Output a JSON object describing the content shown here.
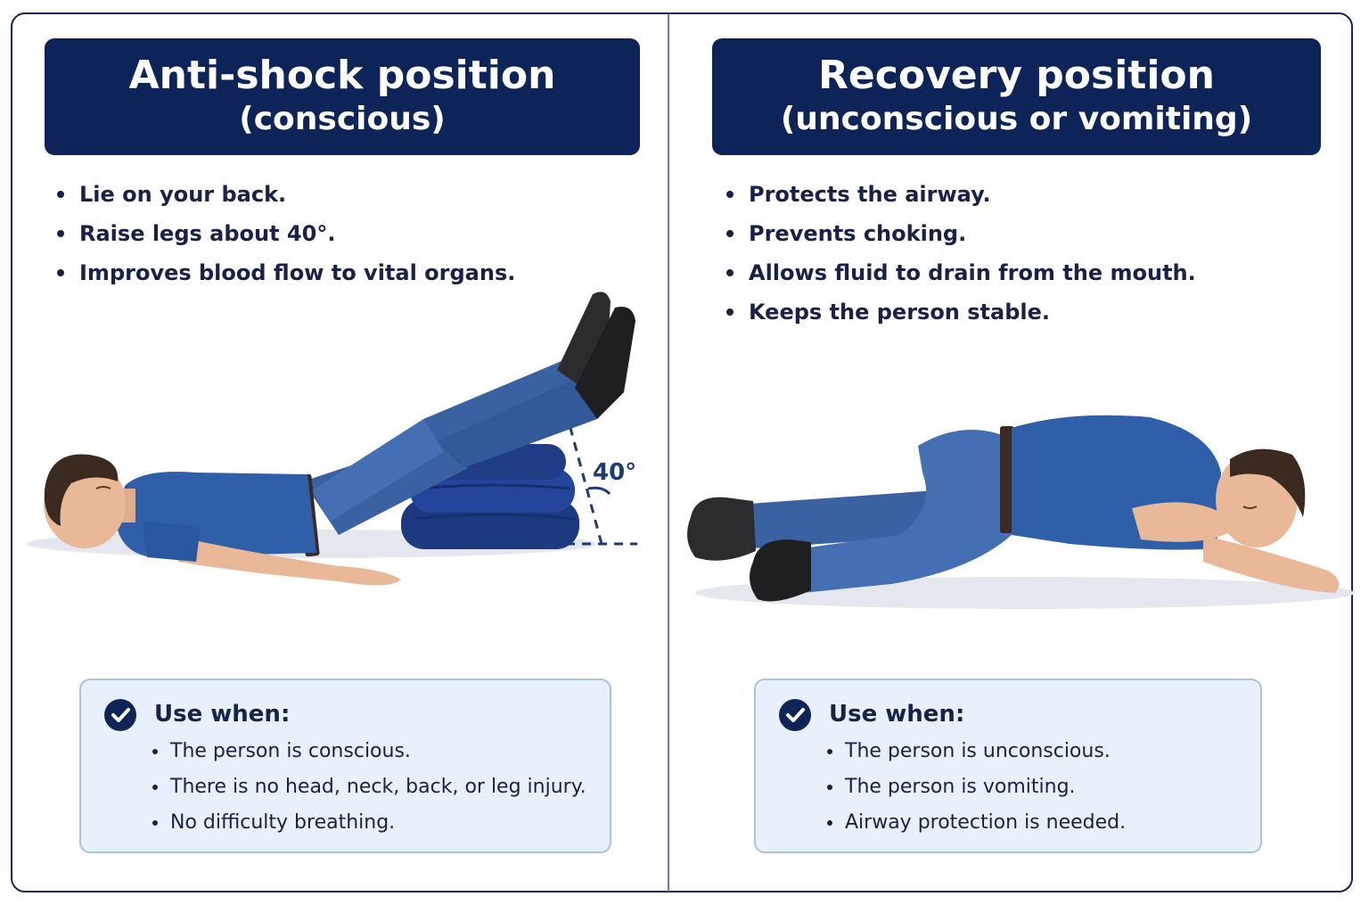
{
  "left": {
    "title": "Anti-shock position",
    "subtitle": "(conscious)",
    "bullets": [
      "Lie on your back.",
      "Raise legs about 40°.",
      "Improves blood flow to vital organs."
    ],
    "angle_label": "40°",
    "use_when": {
      "title": "Use when:",
      "items": [
        "The person is conscious.",
        "There is no head, neck, back, or leg injury.",
        "No difficulty breathing."
      ]
    }
  },
  "right": {
    "title": "Recovery position",
    "subtitle": "(unconscious or vomiting)",
    "bullets": [
      "Protects the airway.",
      "Prevents choking.",
      "Allows fluid to drain from the mouth.",
      "Keeps the person stable."
    ],
    "use_when": {
      "title": "Use when:",
      "items": [
        "The person is unconscious.",
        "The person is vomiting.",
        "Airway protection is needed."
      ]
    }
  },
  "icons": {
    "check": "check-circle-icon"
  },
  "colors": {
    "header_bg": "#0d2459",
    "shirt": "#2f5fa8",
    "jeans": "#3a62a3",
    "blanket": "#1f3c85",
    "card_bg": "#e8f0fb",
    "card_border": "#a9c3e6",
    "divider": "#5b7fb8"
  }
}
